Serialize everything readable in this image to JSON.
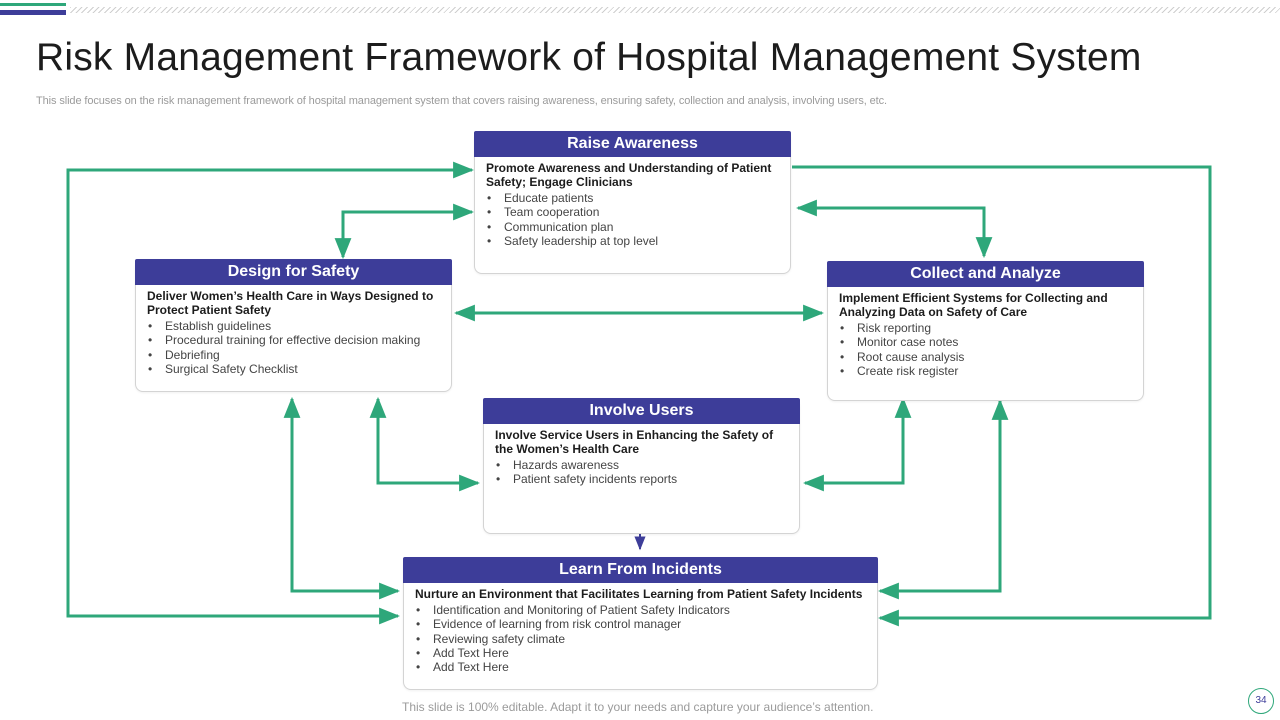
{
  "title": "Risk Management Framework of Hospital Management System",
  "subtitle": "This slide focuses on the risk management framework of hospital management system that covers raising awareness, ensuring safety, collection and analysis, involving users, etc.",
  "colors": {
    "header": "#3d3d99",
    "connector": "#2ea77a",
    "accent_arrow": "#3d3d99"
  },
  "boxes": {
    "raise": {
      "title": "Raise Awareness",
      "lead": "Promote Awareness and Understanding of Patient Safety; Engage Clinicians",
      "items": [
        "Educate patients",
        "Team cooperation",
        "Communication plan",
        "Safety leadership at top level"
      ]
    },
    "design": {
      "title": "Design for Safety",
      "lead": "Deliver Women’s Health Care in Ways Designed to Protect Patient Safety",
      "items": [
        "Establish guidelines",
        "Procedural training for effective decision making",
        "Debriefing",
        "Surgical Safety Checklist"
      ]
    },
    "collect": {
      "title": "Collect and Analyze",
      "lead": "Implement Efficient  Systems for Collecting  and Analyzing  Data on  Safety of Care",
      "items": [
        "Risk reporting",
        "Monitor case notes",
        "Root cause analysis",
        "Create risk register"
      ]
    },
    "involve": {
      "title": "Involve Users",
      "lead": "Involve  Service Users in Enhancing  the Safety of the Women’s Health Care",
      "items": [
        "Hazards awareness",
        "Patient safety incidents reports"
      ]
    },
    "learn": {
      "title": "Learn From Incidents",
      "lead": "Nurture an Environment  that Facilitates Learning from Patient Safety Incidents",
      "items": [
        "Identification and Monitoring of Patient Safety Indicators",
        "Evidence of learning from risk control manager",
        "Reviewing safety climate",
        "Add Text Here",
        "Add Text Here"
      ]
    }
  },
  "footer_note": "This slide is 100% editable. Adapt it to your needs and capture your audience’s attention.",
  "page_number": "34"
}
